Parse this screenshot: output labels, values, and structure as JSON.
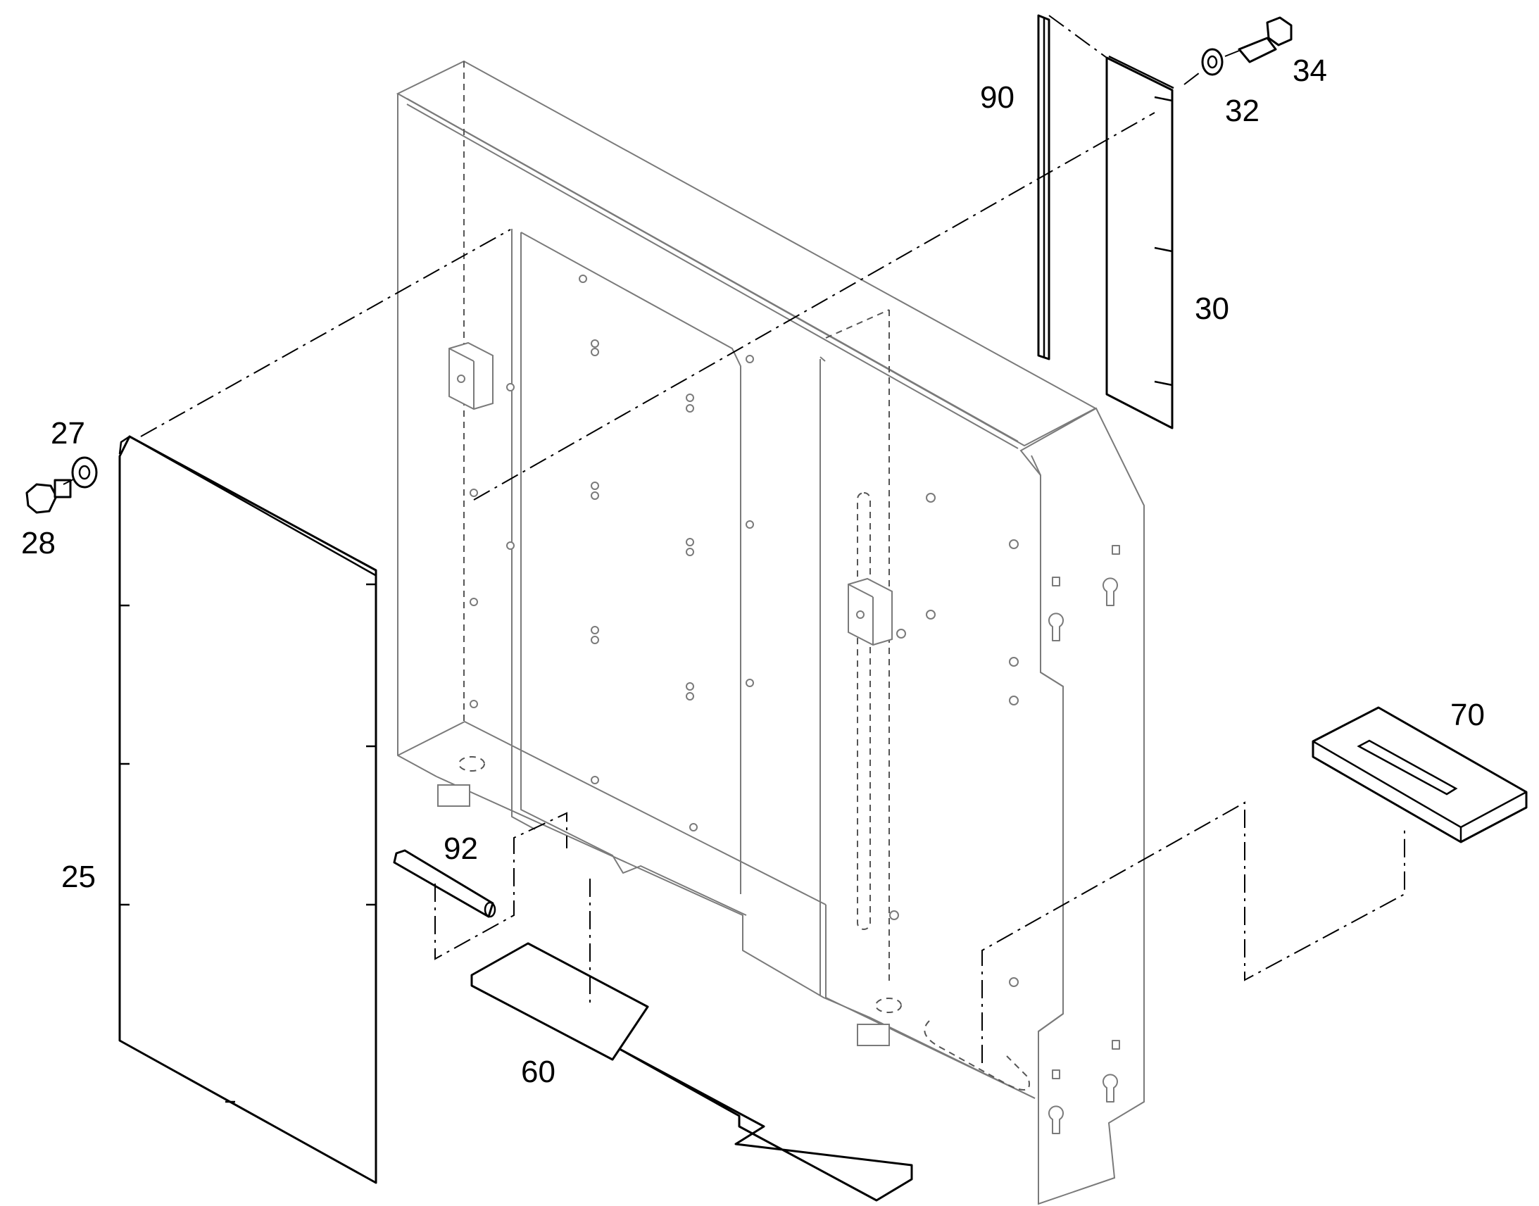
{
  "diagram": {
    "callouts": {
      "part_25": "25",
      "part_27": "27",
      "part_28": "28",
      "part_30": "30",
      "part_32": "32",
      "part_34": "34",
      "part_60": "60",
      "part_70": "70",
      "part_90": "90",
      "part_92": "92"
    }
  }
}
